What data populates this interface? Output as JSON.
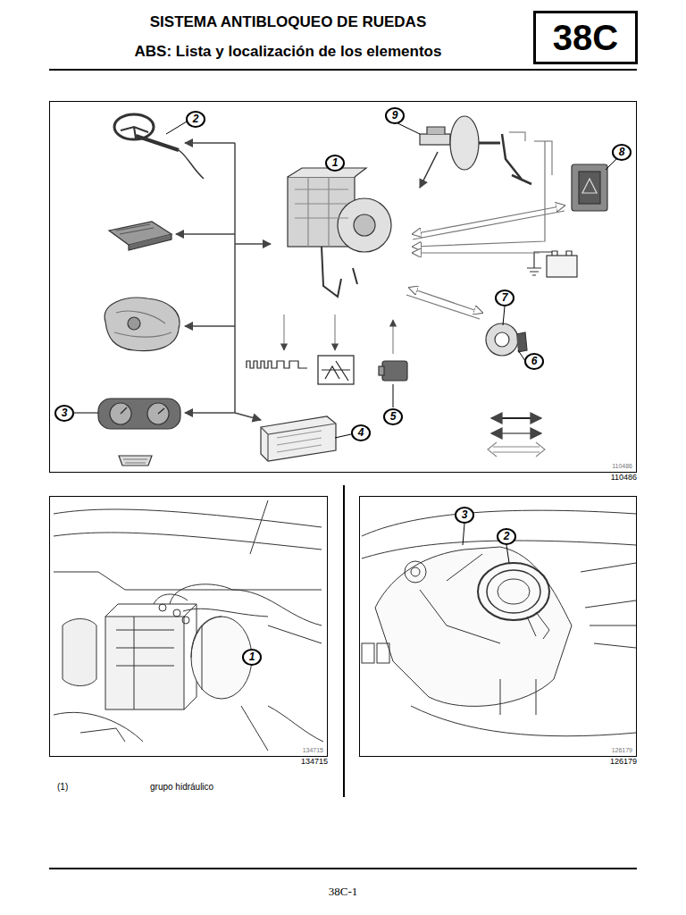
{
  "diagram": {
    "title": "SISTEMA ANTIBLOQUEO DE RUEDAS",
    "nodes": [
      {
        "text": [
          "38C"
        ]
      },
      {
        "text": [
          "110486",
          "110486"
        ]
      },
      {
        "text": [
          "2"
        ],
        "in": 1
      },
      {
        "text": [
          "9"
        ],
        "in": 1
      },
      {
        "text": [
          "1"
        ],
        "in": 1
      },
      {
        "text": [
          "8"
        ],
        "in": 1
      },
      {
        "text": [
          "7"
        ],
        "in": 1
      },
      {
        "text": [
          "6"
        ],
        "in": 1
      },
      {
        "text": [
          "3"
        ],
        "in": 1
      },
      {
        "text": [
          "4"
        ],
        "in": 1
      },
      {
        "text": [
          "5"
        ],
        "in": 1
      },
      {
        "text": [
          "134715",
          "134715"
        ]
      },
      {
        "text": [
          "1"
        ],
        "in": 11
      },
      {
        "text": [
          "126179",
          "126179"
        ]
      },
      {
        "text": [
          "3"
        ],
        "in": 13
      },
      {
        "text": [
          "2"
        ],
        "in": 13
      }
    ],
    "labels": [
      "ABS: Lista y localización de los elementos",
      "(1)",
      "grupo hidráulico",
      "38C-1"
    ]
  }
}
